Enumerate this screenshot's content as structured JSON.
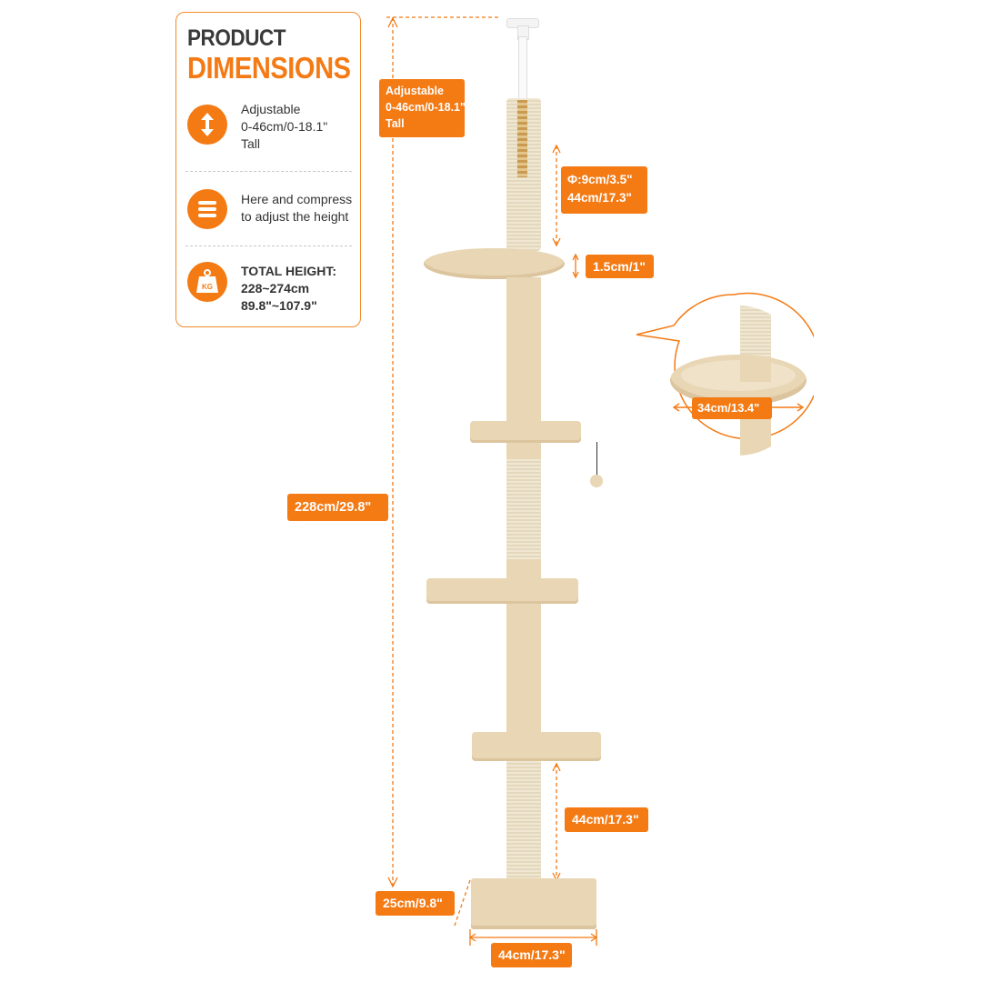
{
  "header": {
    "title_line1": "PRODUCT",
    "title_line2": "DIMENSIONS"
  },
  "features": [
    {
      "icon": "up-down-arrow-icon",
      "lines": [
        "Adjustable",
        "0-46cm/0-18.1\"",
        "Tall"
      ]
    },
    {
      "icon": "compress-stack-icon",
      "lines": [
        "Here and compress",
        "to adjust the height"
      ]
    },
    {
      "icon": "weight-kg-icon",
      "icon_text": "KG",
      "lines": [
        "TOTAL HEIGHT:",
        "228~274cm",
        "89.8\"~107.9\""
      ]
    }
  ],
  "labels": {
    "adjustable": [
      "Adjustable",
      "0-46cm/0-18.1\"",
      "Tall"
    ],
    "post_diameter": [
      "Φ:9cm/3.5\"",
      "44cm/17.3\""
    ],
    "bed_thickness": "1.5cm/1\"",
    "bed_diameter": "34cm/13.4\"",
    "total_height": "228cm/29.8\"",
    "bottom_post": "44cm/17.3\"",
    "base_height": "25cm/9.8\"",
    "base_width": "44cm/17.3\""
  },
  "colors": {
    "accent": "#f47a14",
    "plush": "#e8d6b4",
    "sisal": "#efe5cf"
  }
}
